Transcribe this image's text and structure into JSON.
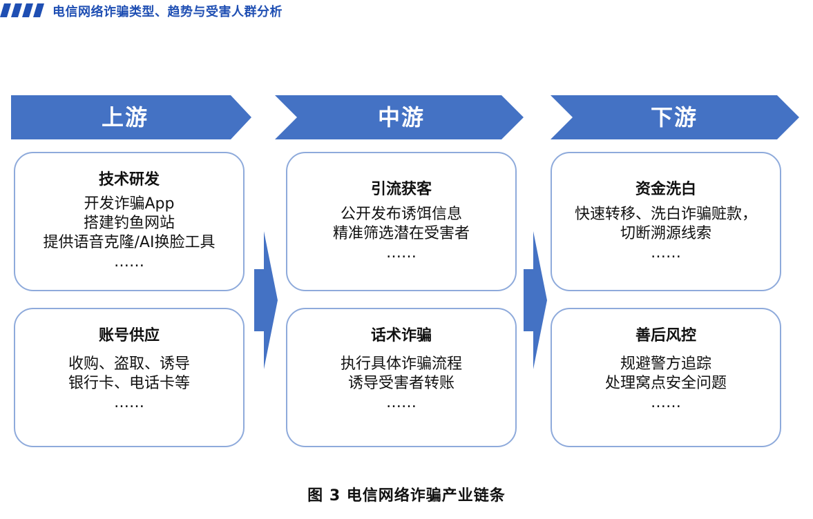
{
  "header": {
    "title": "电信网络诈骗类型、趋势与受害人群分析"
  },
  "colors": {
    "accent": "#4472c4",
    "border": "#8eaadb",
    "title": "#1f4fb3"
  },
  "stages": [
    {
      "label": "上游",
      "cards": [
        {
          "title": "技术研发",
          "lines": [
            "开发诈骗App",
            "搭建钓鱼网站",
            "提供语音克隆/AI换脸工具",
            "……"
          ]
        },
        {
          "title": "账号供应",
          "lines": [
            "收购、盗取、诱导",
            "银行卡、电话卡等",
            "……"
          ]
        }
      ]
    },
    {
      "label": "中游",
      "cards": [
        {
          "title": "引流获客",
          "lines": [
            "公开发布诱饵信息",
            "精准筛选潜在受害者",
            "……"
          ]
        },
        {
          "title": "话术诈骗",
          "lines": [
            "执行具体诈骗流程",
            "诱导受害者转账",
            "……"
          ]
        }
      ]
    },
    {
      "label": "下游",
      "cards": [
        {
          "title": "资金洗白",
          "lines": [
            "快速转移、洗白诈骗赃款，",
            "切断溯源线索",
            "……"
          ]
        },
        {
          "title": "善后风控",
          "lines": [
            "规避警方追踪",
            "处理窝点安全问题",
            "……"
          ]
        }
      ]
    }
  ],
  "caption": "图 3 电信网络诈骗产业链条"
}
